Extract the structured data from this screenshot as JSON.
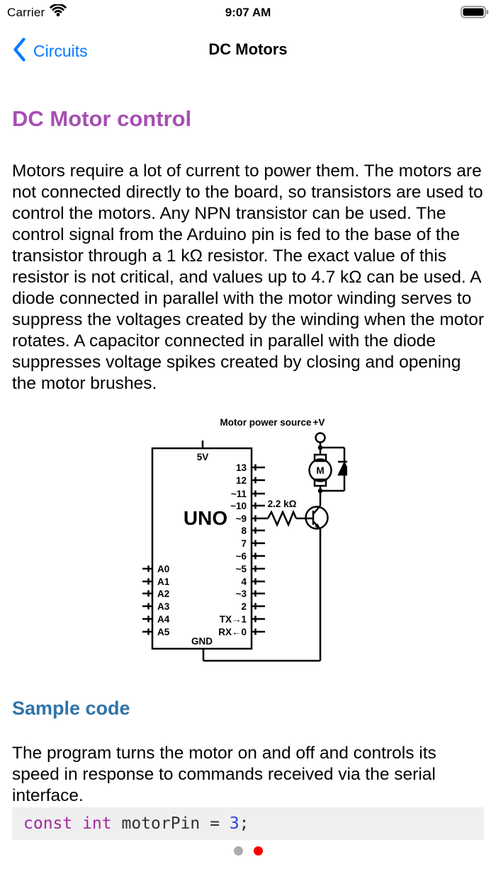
{
  "status_bar": {
    "carrier": "Carrier",
    "time": "9:07 AM"
  },
  "nav_bar": {
    "back_label": "Circuits",
    "title": "DC Motors"
  },
  "article": {
    "heading": "DC Motor control",
    "intro": "Motors require a lot of current to power them. The motors are not connected directly to the board, so transistors are used to control the motors. Any NPN transistor can be used. The control signal from the Arduino pin is fed to the base of the transistor through a 1 kΩ resistor. The exact value of this resistor is not critical, and values up to 4.7 kΩ can be used. A diode connected in parallel with the motor winding serves to suppress the voltages created by the winding when the motor rotates. A capacitor connected in parallel with the diode suppresses voltage spikes created by closing and opening the motor brushes.",
    "section_heading": "Sample code",
    "section_text": "The program turns the motor on and off and controls its speed in response to commands received via the serial interface."
  },
  "diagram": {
    "power_label": "Motor power source",
    "vplus_label": "+V",
    "board_label": "UNO",
    "v5_label": "5V",
    "gnd_label": "GND",
    "resistor_label": "2.2 kΩ",
    "motor_label": "M",
    "right_pins": [
      "13",
      "12",
      "~11",
      "~10",
      "~9",
      "8",
      "7",
      "~6",
      "~5",
      "4",
      "~3",
      "2",
      "TX→1",
      "RX←0"
    ],
    "left_pins": [
      "A0",
      "A1",
      "A2",
      "A3",
      "A4",
      "A5"
    ]
  },
  "code": {
    "kw": "const int",
    "mid": " motorPin = ",
    "num": "3",
    "semi": ";"
  },
  "page_control": {
    "dot_inactive": "#ABABAB",
    "dot_active": "#FA0000"
  },
  "colors": {
    "heading_purple": "#A64FB2",
    "section_blue": "#2F74A8",
    "link_blue": "#007AFF",
    "code_keyword": "#A626A4",
    "code_number": "#2B43E0",
    "code_default": "#2E3138",
    "code_background": "#EFEFEF"
  }
}
